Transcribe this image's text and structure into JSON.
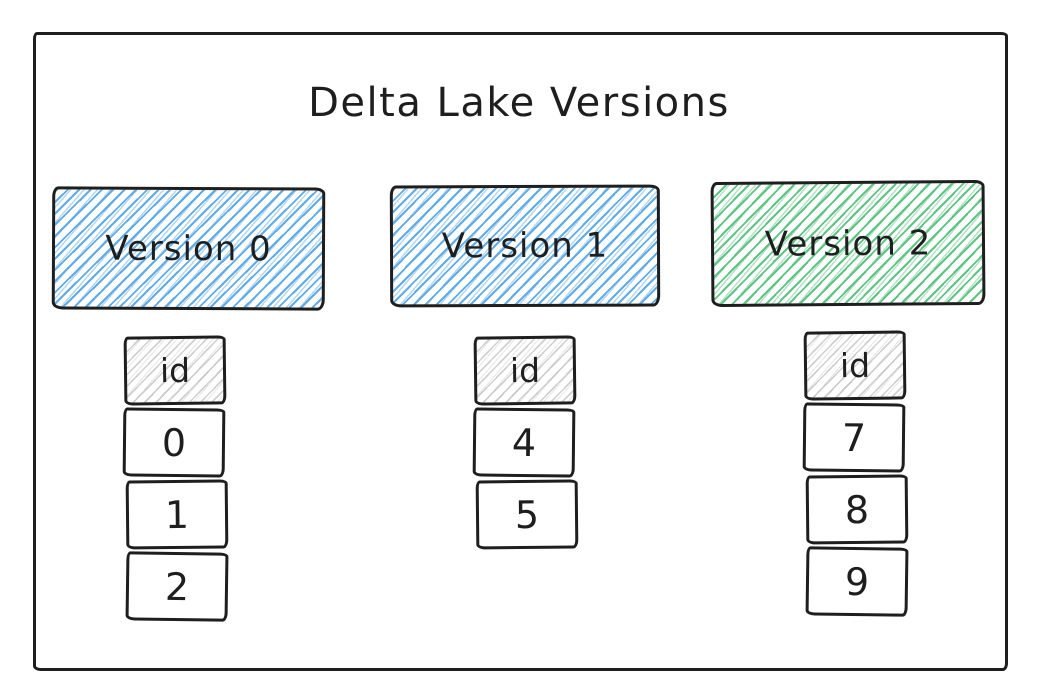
{
  "title": "Delta Lake Versions",
  "colors": {
    "stroke": "#1e1e1e",
    "blue_hatch": "#58a7e6",
    "green_hatch": "#56c17c",
    "gray_hatch": "#aaaaaa",
    "background": "#ffffff"
  },
  "versions": [
    {
      "label": "Version 0",
      "fill": "blue",
      "table": {
        "header": "id",
        "rows": [
          "0",
          "1",
          "2"
        ]
      }
    },
    {
      "label": "Version 1",
      "fill": "blue",
      "table": {
        "header": "id",
        "rows": [
          "4",
          "5"
        ]
      }
    },
    {
      "label": "Version 2",
      "fill": "green",
      "table": {
        "header": "id",
        "rows": [
          "7",
          "8",
          "9"
        ]
      }
    }
  ]
}
